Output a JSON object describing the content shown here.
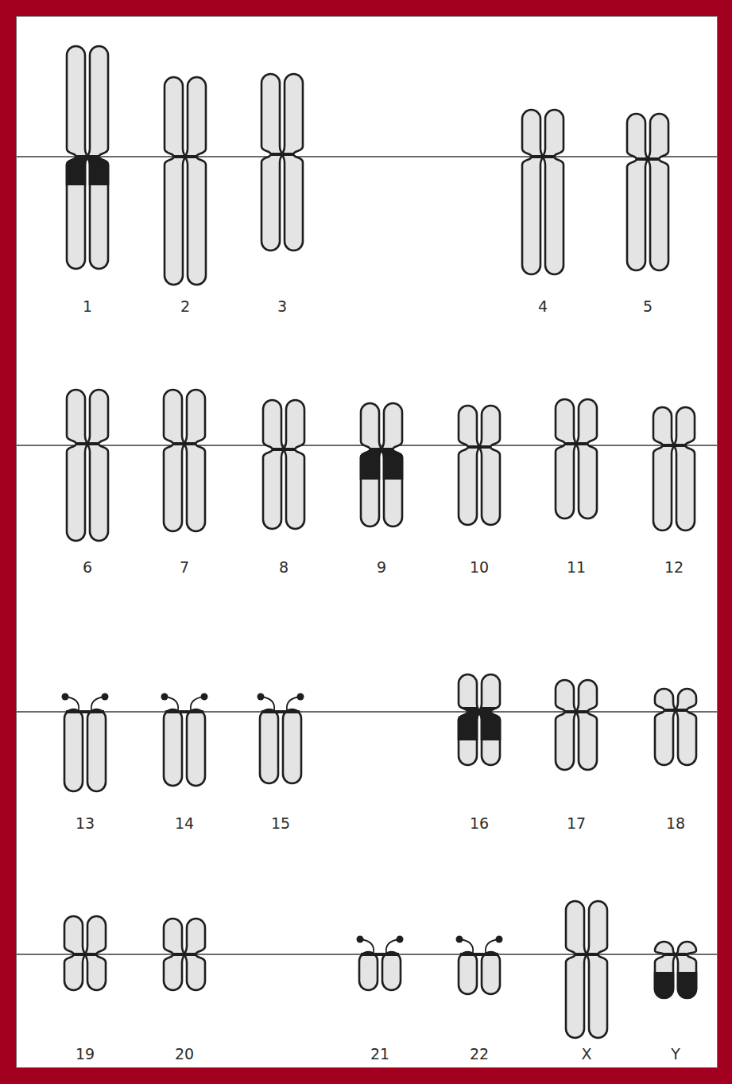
{
  "diagram": {
    "labels": [
      "1",
      "2",
      "3",
      "4",
      "5",
      "6",
      "7",
      "8",
      "9",
      "10",
      "11",
      "12",
      "13",
      "14",
      "15",
      "16",
      "17",
      "18",
      "19",
      "20",
      "21",
      "22",
      "X",
      "Y"
    ]
  }
}
